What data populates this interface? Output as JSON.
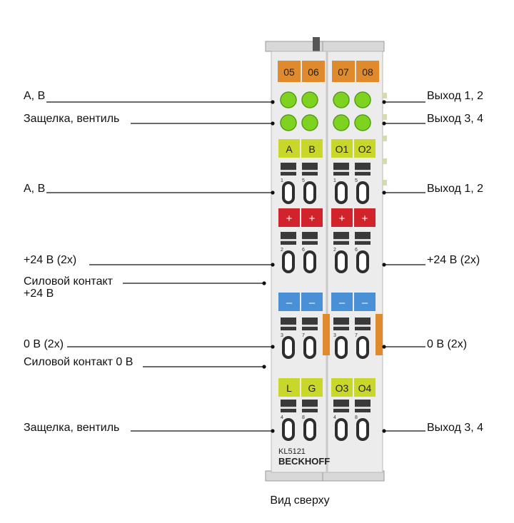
{
  "module": {
    "channel_numbers": [
      "05",
      "06",
      "07",
      "08"
    ],
    "row1_labels": [
      "A",
      "B",
      "O1",
      "O2"
    ],
    "row2_labels": [
      "L",
      "G",
      "O3",
      "O4"
    ],
    "plus_sign": "+",
    "minus_sign": "–",
    "clamp_numbers_row1": [
      "1",
      "5",
      "1",
      "5"
    ],
    "clamp_numbers_row2": [
      "2",
      "6",
      "2",
      "6"
    ],
    "clamp_numbers_row3": [
      "3",
      "7",
      "3",
      "7"
    ],
    "clamp_numbers_row4": [
      "4",
      "8",
      "4",
      "8"
    ],
    "model": "KL5121",
    "brand": "BECKHOFF",
    "colors": {
      "orange_label": "#e08a2e",
      "led_green": "#7ed321",
      "yellow_label": "#c9d62a",
      "red_label": "#d0232b",
      "blue_label": "#4a90d6",
      "housing": "#e8e8e8"
    }
  },
  "labels": {
    "left": {
      "ab_led": "A, B",
      "latch_led": "Защелка, вентиль",
      "ab_terminal": "A, B",
      "plus24": "+24 В (2x)",
      "power_plus": "Силовой контакт\n+24 В",
      "zero": "0 В (2x)",
      "power_zero": "Силовой контакт 0 В",
      "latch_terminal": "Защелка, вентиль"
    },
    "right": {
      "out12_led": "Выход 1, 2",
      "out34_led": "Выход 3, 4",
      "out12_terminal": "Выход 1, 2",
      "plus24": "+24 В (2x)",
      "zero": "0 В (2x)",
      "out34_terminal": "Выход 3, 4"
    }
  },
  "caption": "Вид сверху"
}
